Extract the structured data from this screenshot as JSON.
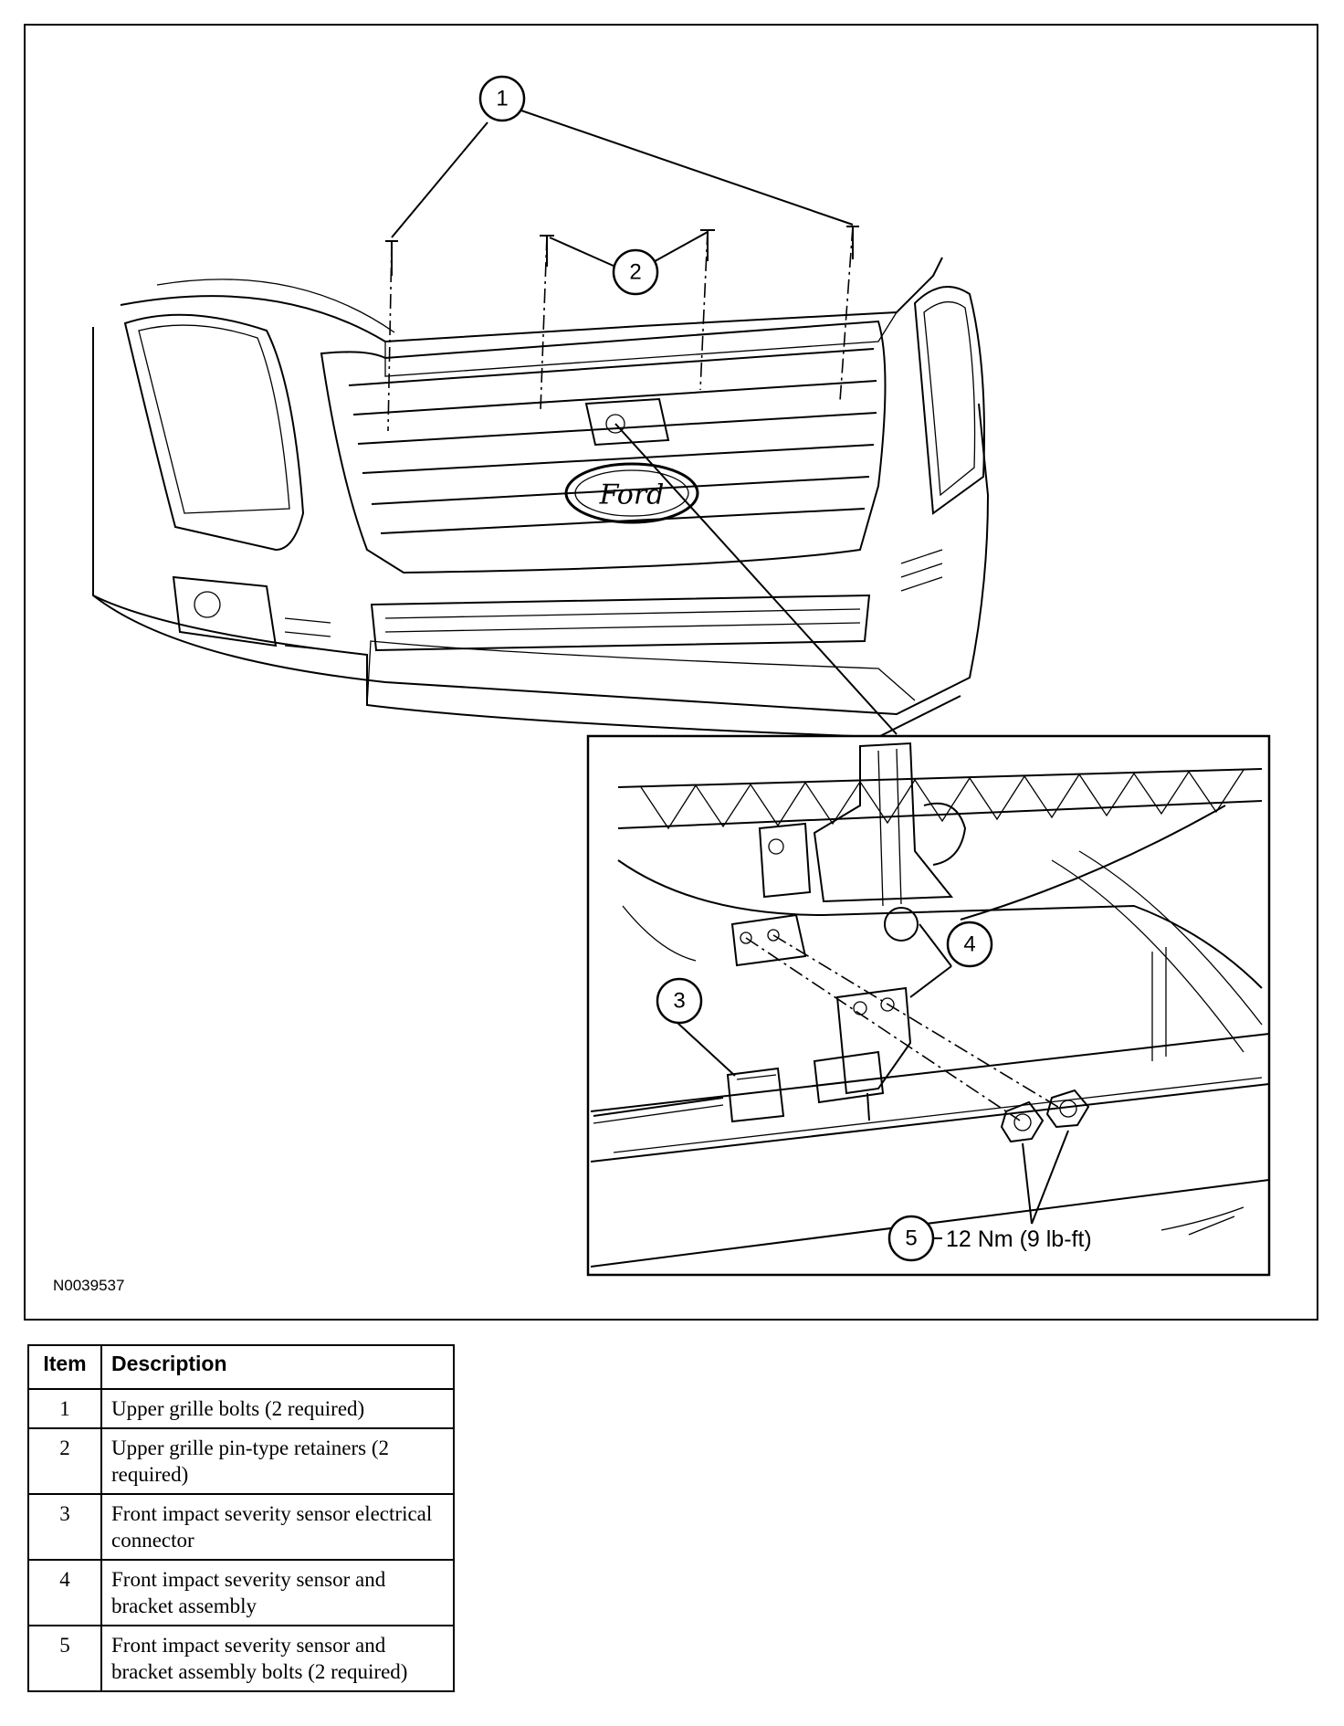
{
  "figure": {
    "id": "N0039537",
    "callouts": [
      "1",
      "2",
      "3",
      "4",
      "5"
    ],
    "torque_spec": "12 Nm (9 lb-ft)",
    "emblem_text": "Ford"
  },
  "legend": {
    "headers": {
      "item": "Item",
      "description": "Description"
    },
    "rows": [
      {
        "item": "1",
        "description": "Upper grille bolts (2 required)"
      },
      {
        "item": "2",
        "description": "Upper grille pin-type retainers (2 required)"
      },
      {
        "item": "3",
        "description": "Front impact severity sensor electrical connector"
      },
      {
        "item": "4",
        "description": "Front impact severity sensor and bracket assembly"
      },
      {
        "item": "5",
        "description": "Front impact severity sensor and bracket assembly bolts (2 required)"
      }
    ]
  }
}
